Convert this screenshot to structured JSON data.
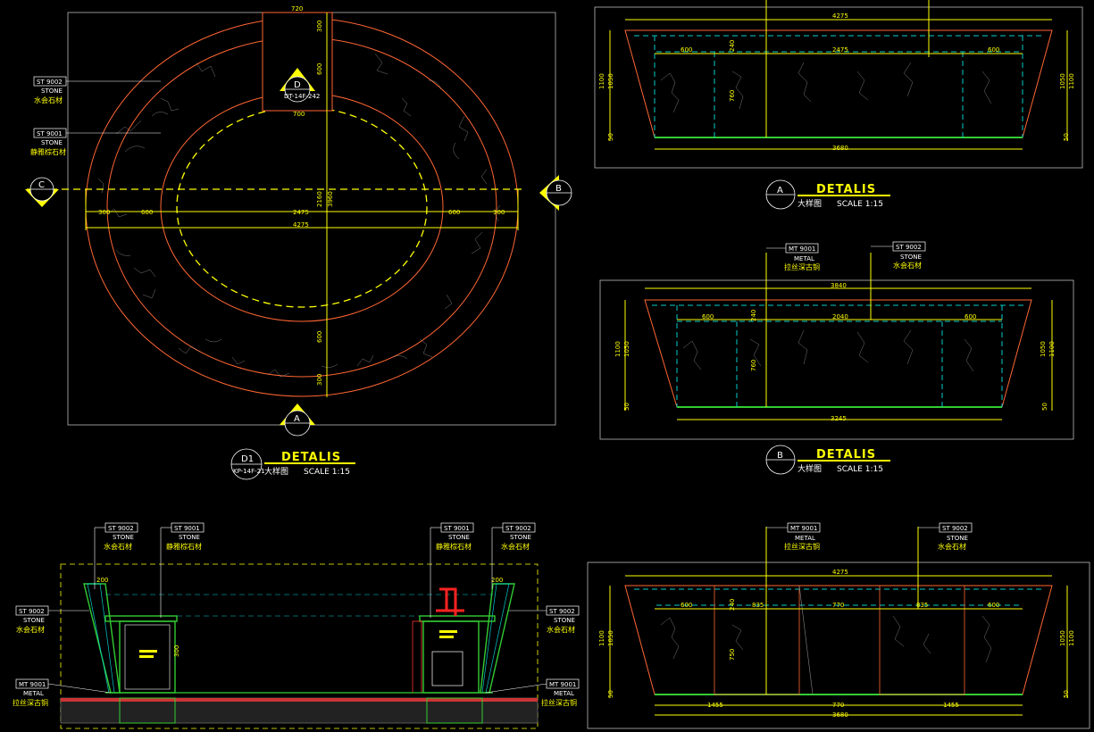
{
  "tags": {
    "st9002": {
      "code": "ST 9002",
      "type": "STONE",
      "name": "水会石材"
    },
    "st9001": {
      "code": "ST 9001",
      "type": "STONE",
      "name": "静雅棕石材"
    },
    "mt9001": {
      "code": "MT 9001",
      "type": "METAL",
      "name": "拉丝深古铜"
    }
  },
  "plan": {
    "title": "DETALIS",
    "bubble_top": "D1",
    "bubble_bottom": "KP-14F-21",
    "subtitle": "大样图",
    "scale": "SCALE  1:15",
    "marker_d": "D",
    "marker_d_ref": "DT-14F-242",
    "marker_a": "A",
    "marker_b": "B",
    "marker_c": "C",
    "dims": {
      "top_w": "720",
      "top_inner": "700",
      "left_300": "300",
      "left_600": "600",
      "mid_2475": "2475",
      "right_600": "600",
      "right_300": "300",
      "total_4275": "4275",
      "v_300a": "300",
      "v_600a": "600",
      "v_2160": "2160",
      "v_3960": "3960",
      "v_600b": "600",
      "v_300b": "300"
    }
  },
  "elevA": {
    "title": "DETALIS",
    "bubble": "A",
    "subtitle": "大样图",
    "scale": "SCALE  1:15",
    "dims": {
      "top": "4275",
      "d600a": "600",
      "d2475": "2475",
      "d600b": "600",
      "d240": "240",
      "d760": "760",
      "bottom": "3680",
      "v1100": "1100",
      "v1050": "1050",
      "v50": "50",
      "v1050r": "1050",
      "v1100r": "1100",
      "v50r": "50"
    }
  },
  "elevB": {
    "title": "DETALIS",
    "bubble": "B",
    "subtitle": "大样图",
    "scale": "SCALE  1:15",
    "dims": {
      "top": "3840",
      "d600a": "600",
      "d2040": "2040",
      "d600b": "600",
      "d240": "240",
      "d760": "760",
      "bottom": "3245",
      "v1100": "1100",
      "v1050": "1050",
      "v50": "50",
      "v1050r": "1050",
      "v1100r": "1100",
      "v50r": "50"
    }
  },
  "elevC": {
    "dims": {
      "top": "4275",
      "d600a": "600",
      "d835a": "835",
      "d770": "770",
      "d835b": "835",
      "d600b": "600",
      "d240": "240",
      "d750": "750",
      "b1455a": "1455",
      "b770": "770",
      "b1455b": "1455",
      "bottom": "3680",
      "v1100": "1100",
      "v1050": "1050",
      "v50": "50",
      "v1050r": "1050",
      "v1100r": "1100",
      "v50r": "50"
    }
  },
  "section": {
    "dims": {
      "d200a": "200",
      "d200b": "200",
      "d300": "300"
    }
  }
}
